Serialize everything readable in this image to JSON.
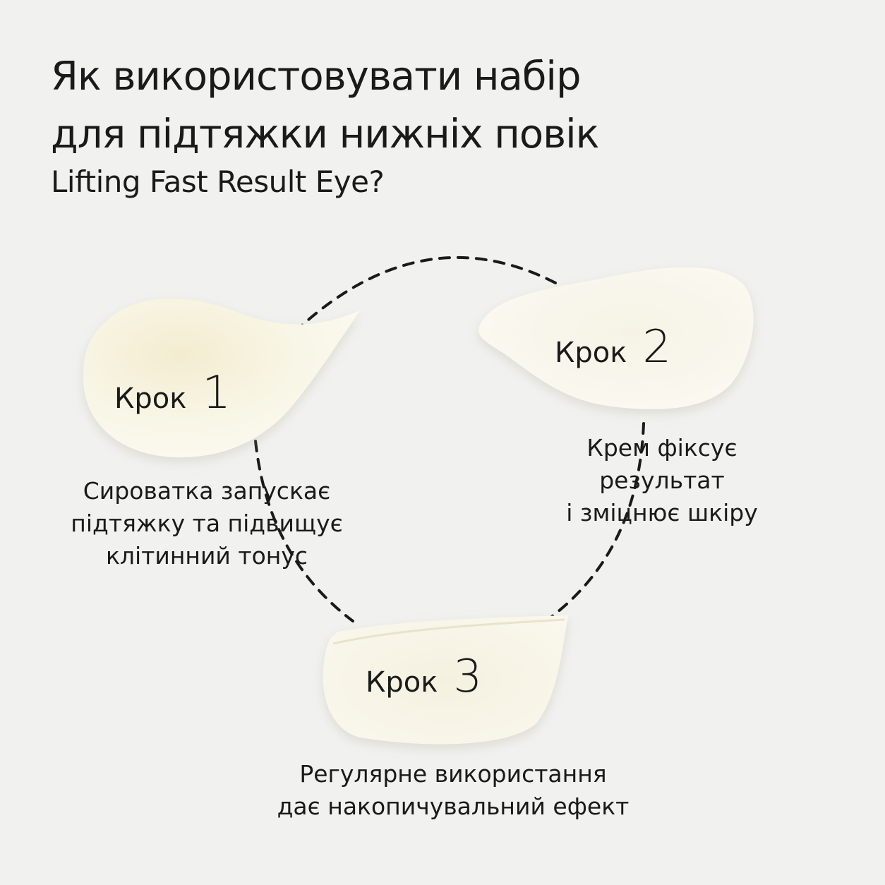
{
  "heading": {
    "line1": "Як використовувати набір",
    "line2": "для підтяжки нижніх повік",
    "subtitle": "Lifting Fast Result Eye?"
  },
  "steps": [
    {
      "word": "Крок",
      "number": "1",
      "desc": [
        "Сироватка запускає",
        "підтяжку та підвищує",
        "клітинний тонус"
      ]
    },
    {
      "word": "Крок",
      "number": "2",
      "desc": [
        "Крем фіксує",
        "результат",
        "і зміцнює шкіру"
      ]
    },
    {
      "word": "Крок",
      "number": "3",
      "desc": [
        "Регулярне використання",
        "дає накопичувальний ефект"
      ]
    }
  ],
  "colors": {
    "background": "#f1f1f0",
    "text": "#1a1a1a",
    "cream": "#f7f3de",
    "dash": "#1a1a1a"
  }
}
